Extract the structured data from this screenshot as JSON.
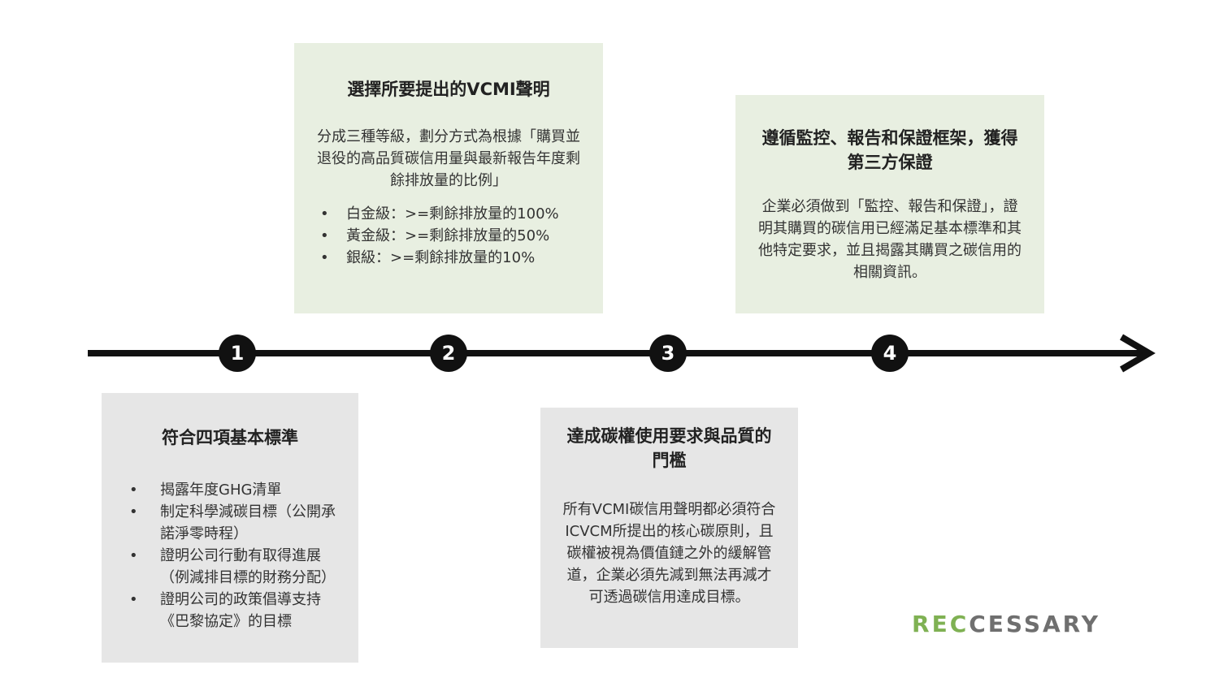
{
  "steps": [
    {
      "number": "1",
      "title": "符合四項基本標準",
      "bullets": [
        "揭露年度GHG清單",
        "制定科學減碳目標（公開承諾淨零時程）",
        "證明公司行動有取得進展（例減排目標的財務分配）",
        "證明公司的政策倡導支持《巴黎協定》的目標"
      ]
    },
    {
      "number": "2",
      "title": "選擇所要提出的VCMI聲明",
      "description": "分成三種等級，劃分方式為根據「購買並退役的高品質碳信用量與最新報告年度剩餘排放量的比例」",
      "bullets": [
        "白金級：>=剩餘排放量的100%",
        "黃金級：>=剩餘排放量的50%",
        "銀級：>=剩餘排放量的10%"
      ]
    },
    {
      "number": "3",
      "title": "達成碳權使用要求與品質的門檻",
      "description": "所有VCMI碳信用聲明都必須符合ICVCM所提出的核心碳原則，且碳權被視為價值鏈之外的緩解管道，企業必須先減到無法再減才可透過碳信用達成目標。"
    },
    {
      "number": "4",
      "title": "遵循監控、報告和保證框架，獲得第三方保證",
      "description": "企業必須做到「監控、報告和保證」，證明其購買的碳信用已經滿足基本標準和其他特定要求，並且揭露其購買之碳信用的相關資訊。"
    }
  ],
  "logo": {
    "part1": "R",
    "part2": "EC",
    "part3": "CESSARY"
  },
  "colors": {
    "green_box": "#e8efe1",
    "grey_box": "#e6e6e6",
    "timeline": "#111111",
    "logo_accent": "#7fb153",
    "logo_text": "#6f6f6f"
  }
}
